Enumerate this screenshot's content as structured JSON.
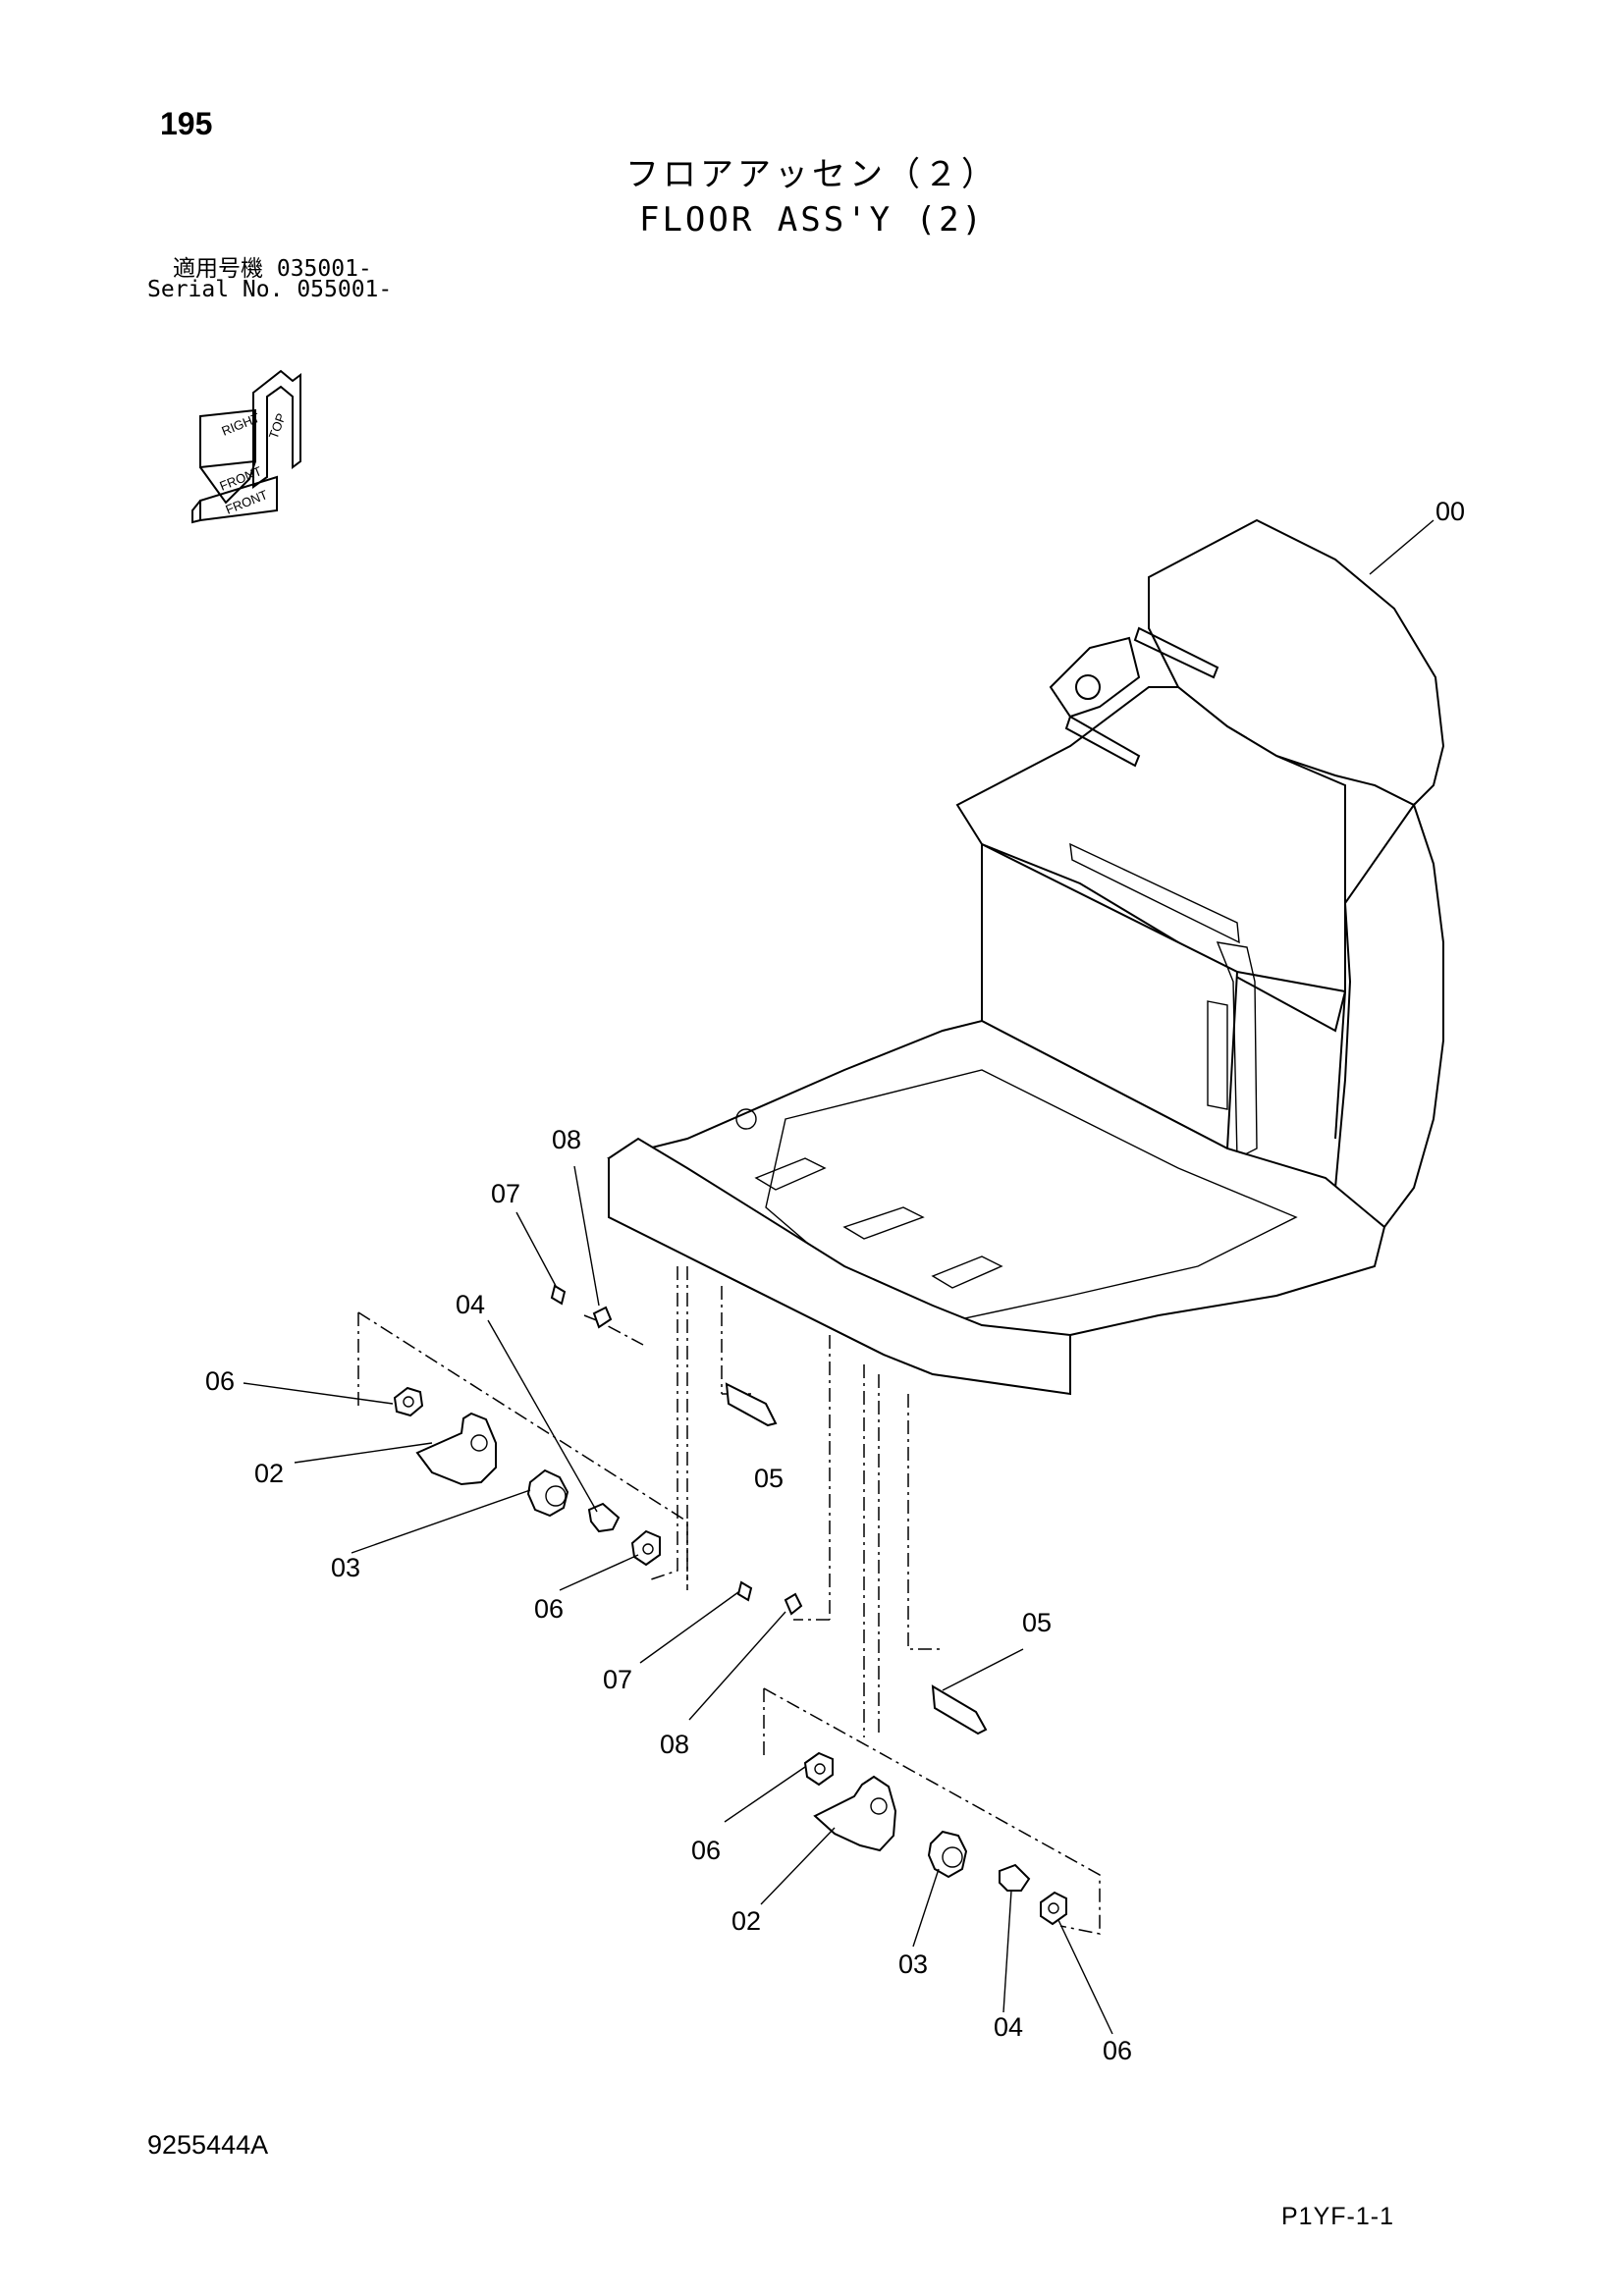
{
  "header": {
    "page_number": "195",
    "title_jp": "フロアアッセン（２）",
    "title_en": "FLOOR ASS'Y (2)",
    "serial_line1": "適用号機  035001-",
    "serial_line2": "Serial No. 055001-"
  },
  "orientation_icon": {
    "labels": [
      "TOP",
      "RIGHT",
      "FRONT"
    ]
  },
  "callouts": [
    {
      "id": "c00a",
      "text": "00"
    },
    {
      "id": "c08a",
      "text": "08"
    },
    {
      "id": "c07a",
      "text": "07"
    },
    {
      "id": "c04a",
      "text": "04"
    },
    {
      "id": "c06a",
      "text": "06"
    },
    {
      "id": "c02a",
      "text": "02"
    },
    {
      "id": "c05a",
      "text": "05"
    },
    {
      "id": "c03a",
      "text": "03"
    },
    {
      "id": "c06b",
      "text": "06"
    },
    {
      "id": "c07b",
      "text": "07"
    },
    {
      "id": "c05b",
      "text": "05"
    },
    {
      "id": "c08b",
      "text": "08"
    },
    {
      "id": "c06c",
      "text": "06"
    },
    {
      "id": "c02b",
      "text": "02"
    },
    {
      "id": "c03b",
      "text": "03"
    },
    {
      "id": "c04b",
      "text": "04"
    },
    {
      "id": "c06d",
      "text": "06"
    }
  ],
  "footer": {
    "document_code": "9255444A",
    "page_code": "P1YF-1-1"
  }
}
